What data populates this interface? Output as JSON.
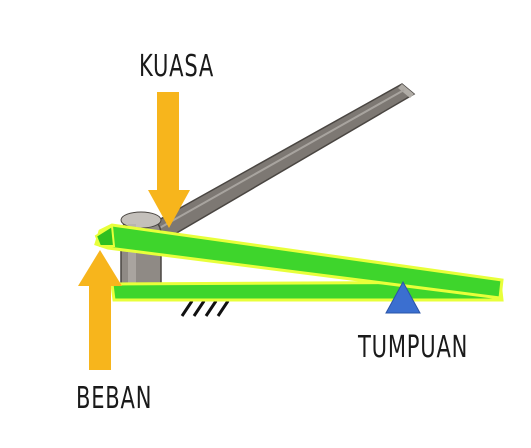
{
  "labels": {
    "effort": "KUASA",
    "load": "BEBAN",
    "fulcrum": "TUMPUAN"
  },
  "colors": {
    "arrow": "#f7b51c",
    "lever": "#3ed52c",
    "lever_glow": "#e8ff3a",
    "fulcrum": "#3b6fd0",
    "handle": "#8a8580",
    "handle_dark": "#5a5550",
    "roller": "#9a9590",
    "ground": "#111111"
  },
  "icons": {
    "effort_arrow": "arrow-down-icon",
    "load_arrow": "arrow-up-icon",
    "fulcrum_marker": "triangle-icon",
    "ground_symbol": "ground-hatch-icon"
  }
}
